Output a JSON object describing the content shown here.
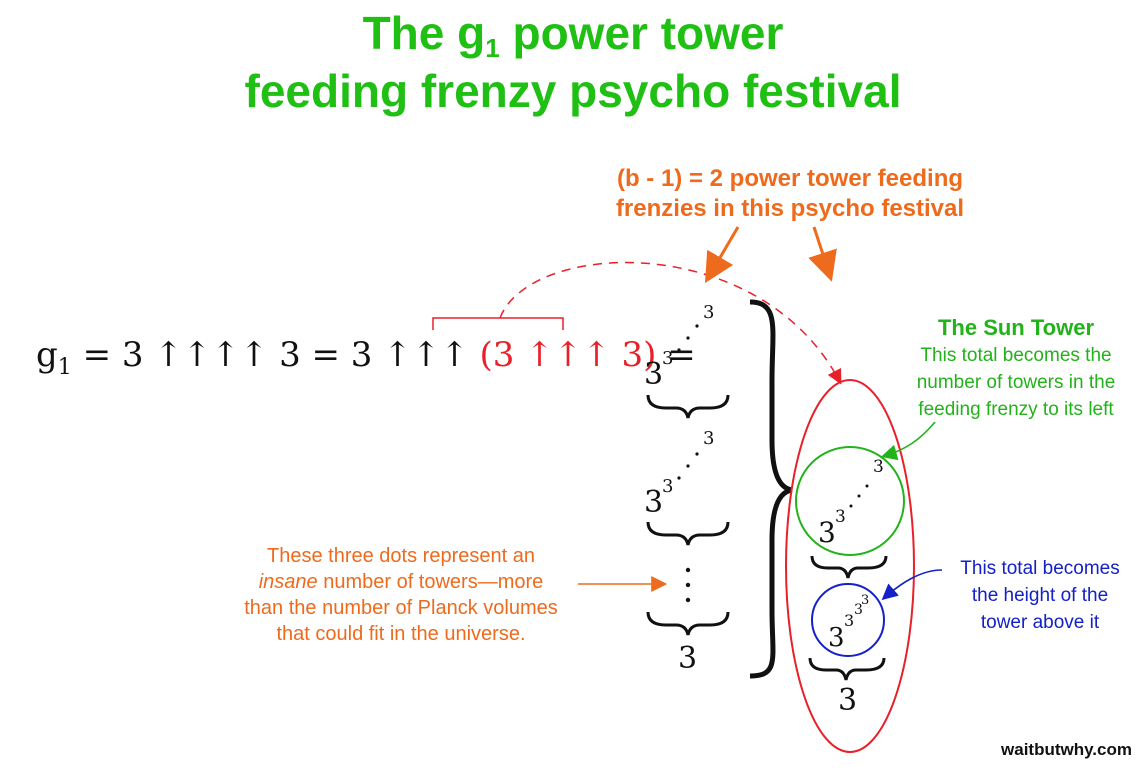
{
  "title": {
    "line1_pre": "The g",
    "line1_sub": "1",
    "line1_post": " power tower",
    "line2": "feeding frenzy psycho festival"
  },
  "top_note": {
    "line1": "(b - 1) = 2 power tower feeding",
    "line2": "frenzies in this psycho festival"
  },
  "equation": {
    "g": "g",
    "g_sub": "1",
    "part1": " = 3 ↑↑↑↑ 3  =  3 ↑↑↑ ",
    "red_part": "(3 ↑↑↑ 3)",
    "part2": " ="
  },
  "tower": {
    "base": "3",
    "exp": "3",
    "top": "3",
    "bottom_three": "3",
    "ellipsis": "⋮"
  },
  "sun_tower": {
    "heading": "The Sun Tower",
    "line1": "This total becomes the",
    "line2": "number of towers in the",
    "line3": "feeding frenzy to its left"
  },
  "blue_note": {
    "line1": "This total becomes",
    "line2": "the height of the",
    "line3": "tower above it"
  },
  "dots_note": {
    "line1": "These three dots represent an",
    "line2_em": "insane",
    "line2_rest": " number of towers—more",
    "line3": "than the number of Planck volumes",
    "line4": "that could fit in the universe."
  },
  "credit": "waitbutwhy.com",
  "colors": {
    "title_green": "#1fbf13",
    "orange": "#ee6a1c",
    "red": "#e8202a",
    "green": "#22b21a",
    "blue": "#1420c8"
  }
}
